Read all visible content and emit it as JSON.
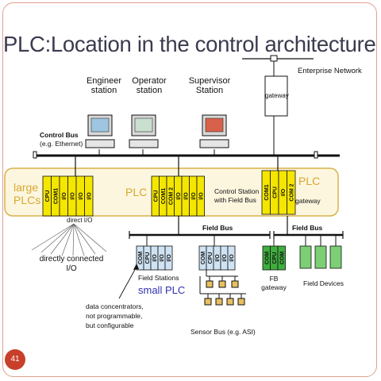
{
  "slide": {
    "title": "PLC:Location in the control architecture",
    "page_number": "41"
  },
  "stations": {
    "engineer": "Engineer\nstation",
    "operator": "Operator\nstation",
    "supervisor": "Supervisor\nStation"
  },
  "enterprise": {
    "network_label": "Enterprise Network",
    "gateway_label": "gateway"
  },
  "control_bus": {
    "label": "Control Bus",
    "sublabel": "(e.g. Ethernet)"
  },
  "plc_band": {
    "large_plcs": "large\nPLCs",
    "plc_middle": "PLC",
    "plc_right": "PLC",
    "control_station": "Control Station\nwith Field Bus",
    "gateway": "gateway"
  },
  "modules": {
    "large_plc": [
      "CPU",
      "COM1",
      "I/O",
      "I/O",
      "I/O",
      "I/O"
    ],
    "plc_middle": [
      "CPU",
      "COM1",
      "COM 2",
      "I/O",
      "I/O",
      "I/O",
      "I/O"
    ],
    "plc_right": [
      "COM1",
      "CPU",
      "I/O",
      "COM 2"
    ],
    "field_station_1": [
      "COM",
      "CPU",
      "I/O",
      "I/O",
      "I/O"
    ],
    "field_station_2": [
      "COM",
      "CPU",
      "I/O",
      "I/O",
      "I/O"
    ],
    "fb_gateway": [
      "COM",
      "CPU",
      "COM"
    ]
  },
  "field": {
    "direct_io": "direct I/O",
    "directly_connected_io": "directly connected\nI/O",
    "field_bus_left": "Field Bus",
    "field_bus_right": "Field Bus",
    "field_stations": "Field Stations",
    "small_plc": "small PLC",
    "data_concentrators": "data concentrators,\nnot programmable,\nbut configurable",
    "sensor_bus": "Sensor Bus (e.g. ASI)",
    "fb_gateway": "FB\ngateway",
    "field_devices": "Field Devices"
  },
  "colors": {
    "title": "#3b3b4f",
    "plc_module": "#f5e600",
    "field_module": "#cfe3f3",
    "gateway_module": "#3fae3f",
    "field_device": "#7ccf74",
    "sensor": "#e8c060",
    "band_border": "#d7b24a",
    "band_fill": "#fdf6df",
    "small_plc_text": "#3030b0",
    "badge": "#c8402a"
  }
}
